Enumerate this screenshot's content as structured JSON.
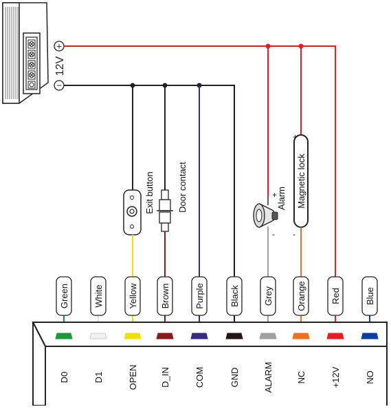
{
  "power_supply": {
    "voltage_label": "12V",
    "plus_symbol": "+",
    "minus_symbol": "−"
  },
  "devices": {
    "exit_button": "Exit button",
    "door_contact": "Door contact",
    "alarm": "Alarm",
    "magnetic_lock": "Magnetic lock",
    "alarm_plus": "+",
    "alarm_minus": "-",
    "lock_plus": "+",
    "lock_minus": "-"
  },
  "terminals": [
    {
      "wire": "Green",
      "pin": "D0",
      "color": "#1a9a3a"
    },
    {
      "wire": "White",
      "pin": "D1",
      "color": "#f2f2f2"
    },
    {
      "wire": "Yellow",
      "pin": "OPEN",
      "color": "#f0e000"
    },
    {
      "wire": "Brown",
      "pin": "D_IN",
      "color": "#8b1a1a"
    },
    {
      "wire": "Purple",
      "pin": "COM",
      "color": "#3a2a8a"
    },
    {
      "wire": "Black",
      "pin": "GND",
      "color": "#231815"
    },
    {
      "wire": "Grey",
      "pin": "ALARM",
      "color": "#a0a0a0"
    },
    {
      "wire": "Orange",
      "pin": "NC",
      "color": "#f07020"
    },
    {
      "wire": "Red",
      "pin": "+12V",
      "color": "#e81c24"
    },
    {
      "wire": "Blue",
      "pin": "NO",
      "color": "#0b3fa8"
    }
  ]
}
